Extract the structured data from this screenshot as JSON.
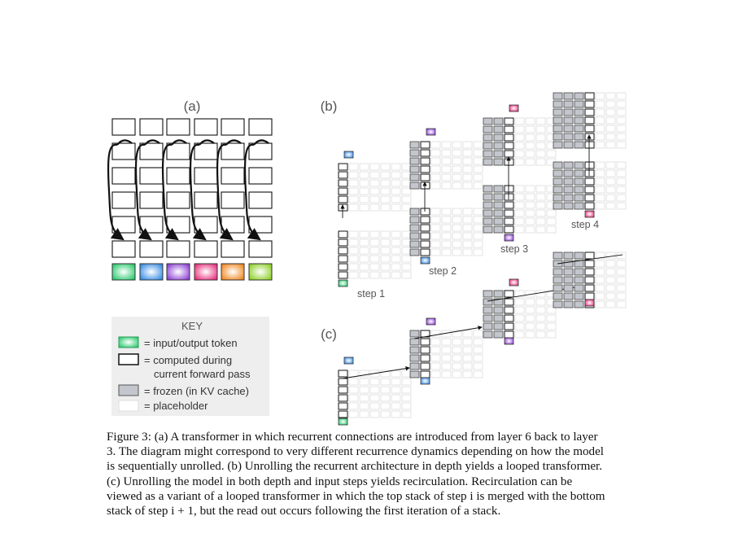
{
  "panel_labels": {
    "a": "(a)",
    "b": "(b)",
    "c": "(c)"
  },
  "step_labels": [
    "step 1",
    "step 2",
    "step 3",
    "step 4"
  ],
  "token_colors": [
    "#2ecc71",
    "#3b8fe6",
    "#8e44d6",
    "#e8337f",
    "#f08a24",
    "#8ed12a"
  ],
  "key": {
    "title": "KEY",
    "items": [
      {
        "kind": "token",
        "color": "#2ecc71",
        "line1": "= input/output token",
        "line2": ""
      },
      {
        "kind": "computed",
        "line1": "= computed during",
        "line2": "current forward pass"
      },
      {
        "kind": "frozen",
        "line1": "= frozen (in KV cache)",
        "line2": ""
      },
      {
        "kind": "placeholder",
        "line1": "= placeholder",
        "line2": ""
      }
    ]
  },
  "caption_lines": [
    "Figure 3: (a) A transformer in which recurrent connections are introduced from layer 6 back to layer",
    "3. The diagram might correspond to very different recurrence dynamics depending on how the model",
    "is sequentially unrolled. (b) Unrolling the recurrent architecture in depth yields a looped transformer.",
    "(c) Unrolling the model in both depth and input steps yields recirculation. Recirculation can be",
    "viewed as a variant of a looped transformer in which the top stack of step i is merged with the bottom",
    "stack of step i + 1, but the read out occurs following the first iteration of a stack."
  ]
}
